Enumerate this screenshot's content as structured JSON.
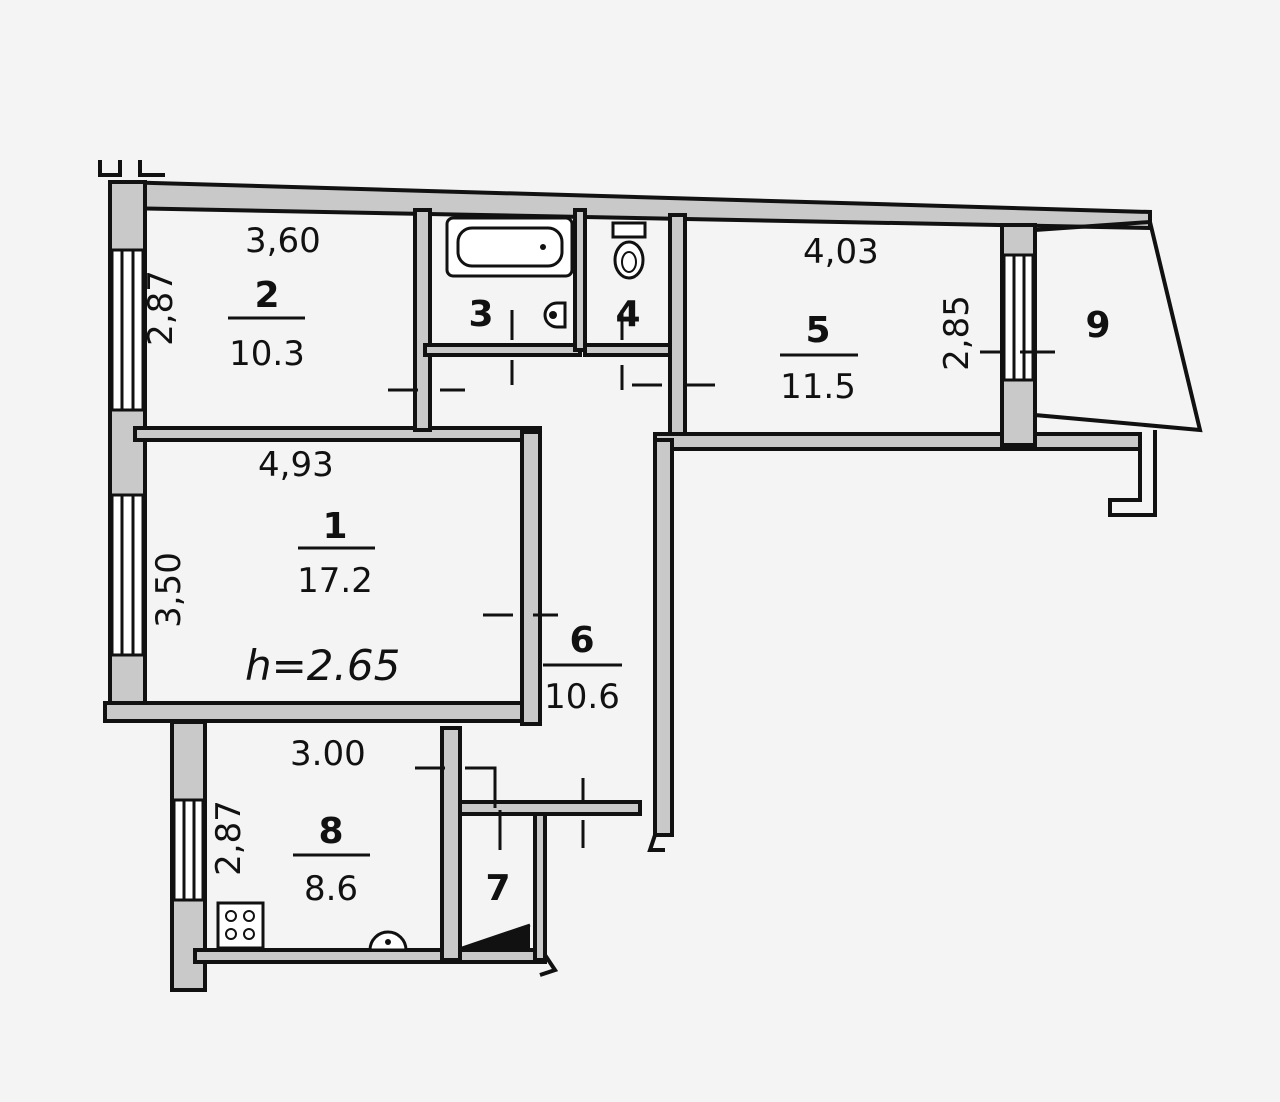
{
  "rooms": [
    {
      "number": "1",
      "area": "17.2",
      "width": "4,93",
      "depth": "3,50"
    },
    {
      "number": "2",
      "area": "10.3",
      "width": "3,60",
      "depth": "2,87"
    },
    {
      "number": "3"
    },
    {
      "number": "4"
    },
    {
      "number": "5",
      "area": "11.5",
      "width": "4,03",
      "depth": "2,85"
    },
    {
      "number": "6",
      "area": "10.6"
    },
    {
      "number": "7"
    },
    {
      "number": "8",
      "area": "8.6",
      "width": "3.00",
      "depth": "2,87"
    },
    {
      "number": "9"
    }
  ],
  "ceiling_height": "h=2.65"
}
